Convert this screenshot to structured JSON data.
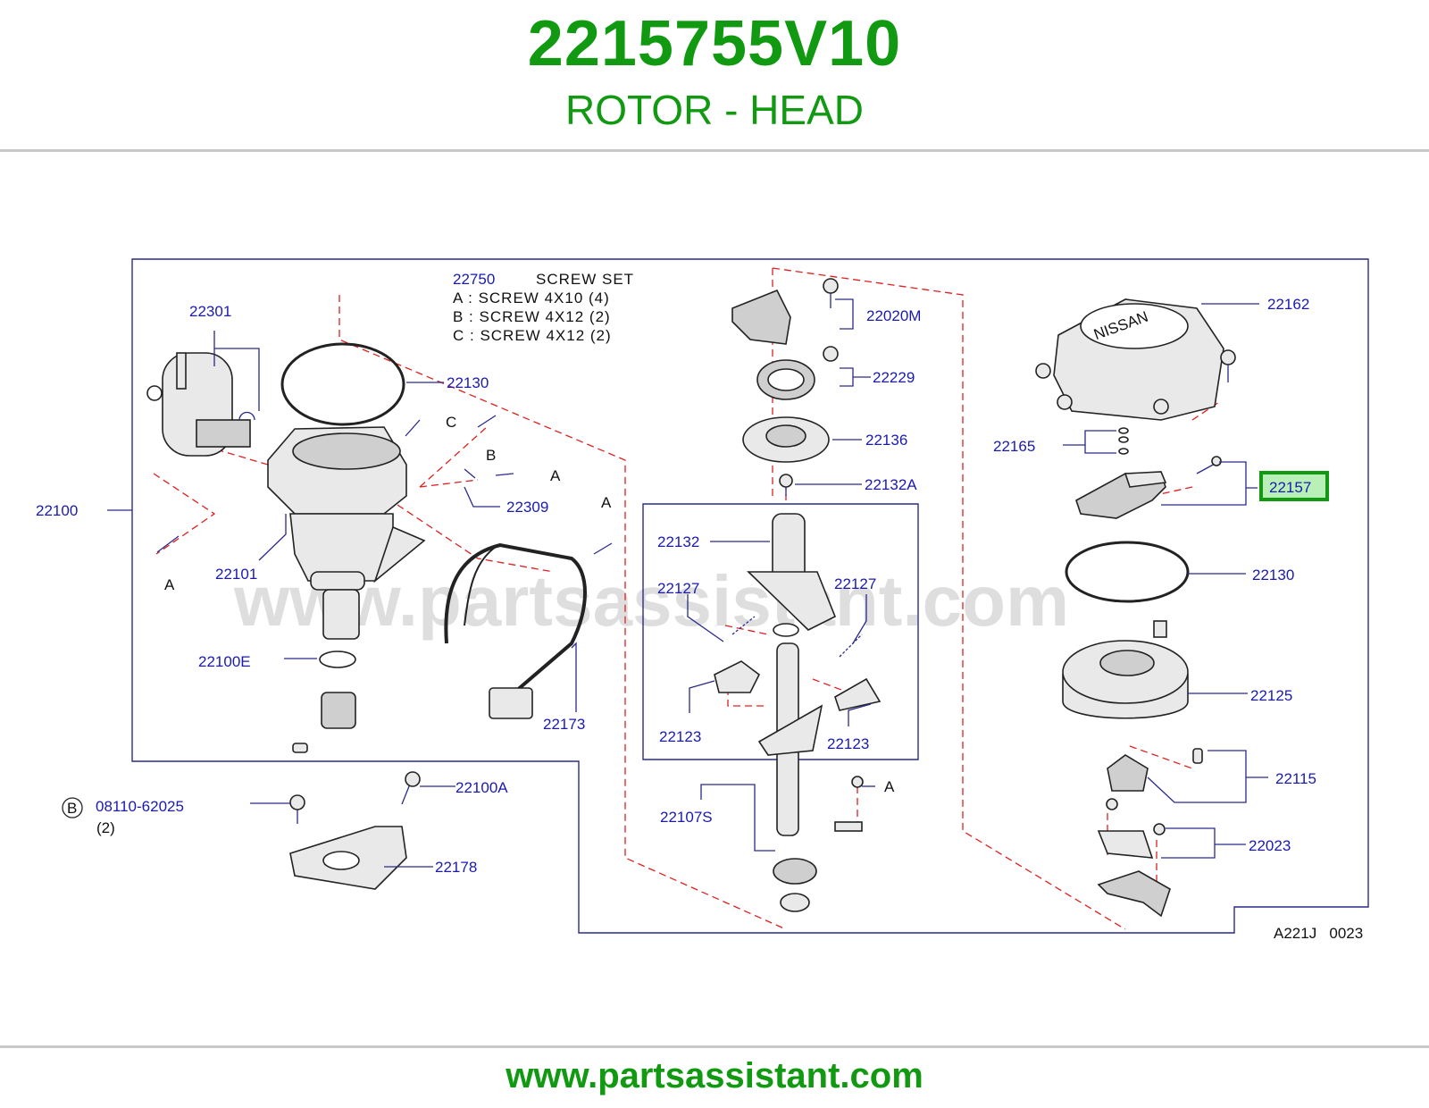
{
  "header": {
    "part_number": "2215755V10",
    "part_name": "ROTOR - HEAD"
  },
  "footer": {
    "url": "www.partsassistant.com"
  },
  "watermark": "www.partsassistant.com",
  "diagram_code": "A221J   0023",
  "screw_set": {
    "code": "22750",
    "title": "SCREW   SET",
    "rows": [
      "A  :  SCREW  4X10  (4)",
      "B  :  SCREW  4X12  (2)",
      "C  :  SCREW  4X12  (2)"
    ]
  },
  "letters": {
    "a": "A",
    "b": "B",
    "c": "C"
  },
  "callouts": {
    "p22301": "22301",
    "p22130_left": "22130",
    "p22100": "22100",
    "p22101": "22101",
    "p22309": "22309",
    "p22100E": "22100E",
    "p22173": "22173",
    "p22020M": "22020M",
    "p22229": "22229",
    "p22136": "22136",
    "p22132A": "22132A",
    "p22132": "22132",
    "p22127_left": "22127",
    "p22127_right": "22127",
    "p22123_left": "22123",
    "p22123_right": "22123",
    "p22107S": "22107S",
    "p22162": "22162",
    "p22165": "22165",
    "p22157": "22157",
    "p22130_right": "22130",
    "p22125": "22125",
    "p22115": "22115",
    "p22023": "22023",
    "p22100A": "22100A",
    "p22178": "22178",
    "p08110": "08110-62025",
    "p08110_qty": "(2)",
    "b_circle": "B"
  },
  "cap_brand": "NISSAN",
  "colors": {
    "brand_green": "#119a11",
    "callout_blue": "#1a1ab0",
    "dashed_red": "#e02020",
    "highlight_fill": "#b8f0b8"
  }
}
